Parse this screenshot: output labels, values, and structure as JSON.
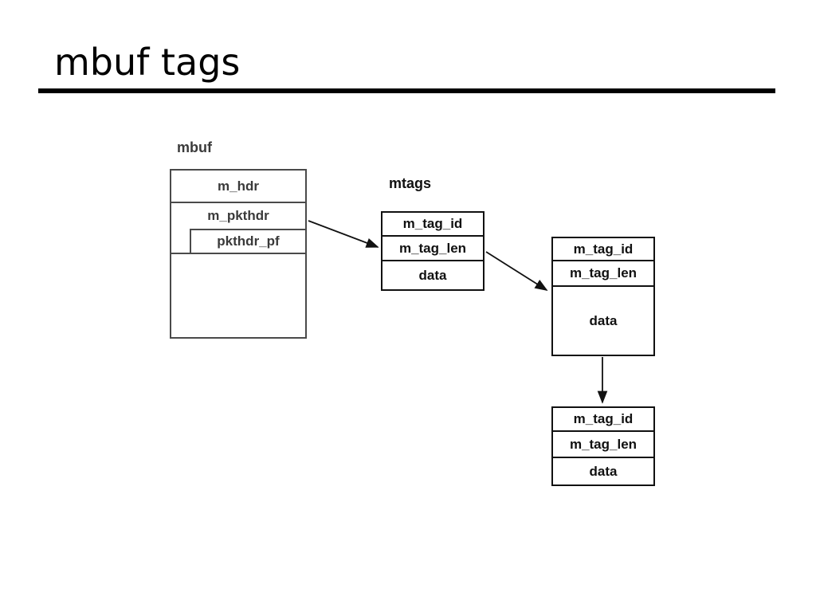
{
  "slide": {
    "title": "mbuf tags"
  },
  "diagram": {
    "mbuf": {
      "label": "mbuf",
      "rows": [
        "m_hdr",
        "m_pkthdr"
      ],
      "inset_row": "pkthdr_pf"
    },
    "mtags": {
      "label": "mtags",
      "rows": [
        "m_tag_id",
        "m_tag_len",
        "data"
      ]
    },
    "tag2": {
      "rows": [
        "m_tag_id",
        "m_tag_len",
        "data"
      ]
    },
    "tag3": {
      "rows": [
        "m_tag_id",
        "m_tag_len",
        "data"
      ]
    },
    "colors": {
      "title": "#000000",
      "mbuf_stroke": "#4a4a4a",
      "mbuf_text": "#3a3a3a",
      "tag_stroke": "#111111",
      "tag_text": "#111111",
      "arrow": "#111111"
    }
  }
}
